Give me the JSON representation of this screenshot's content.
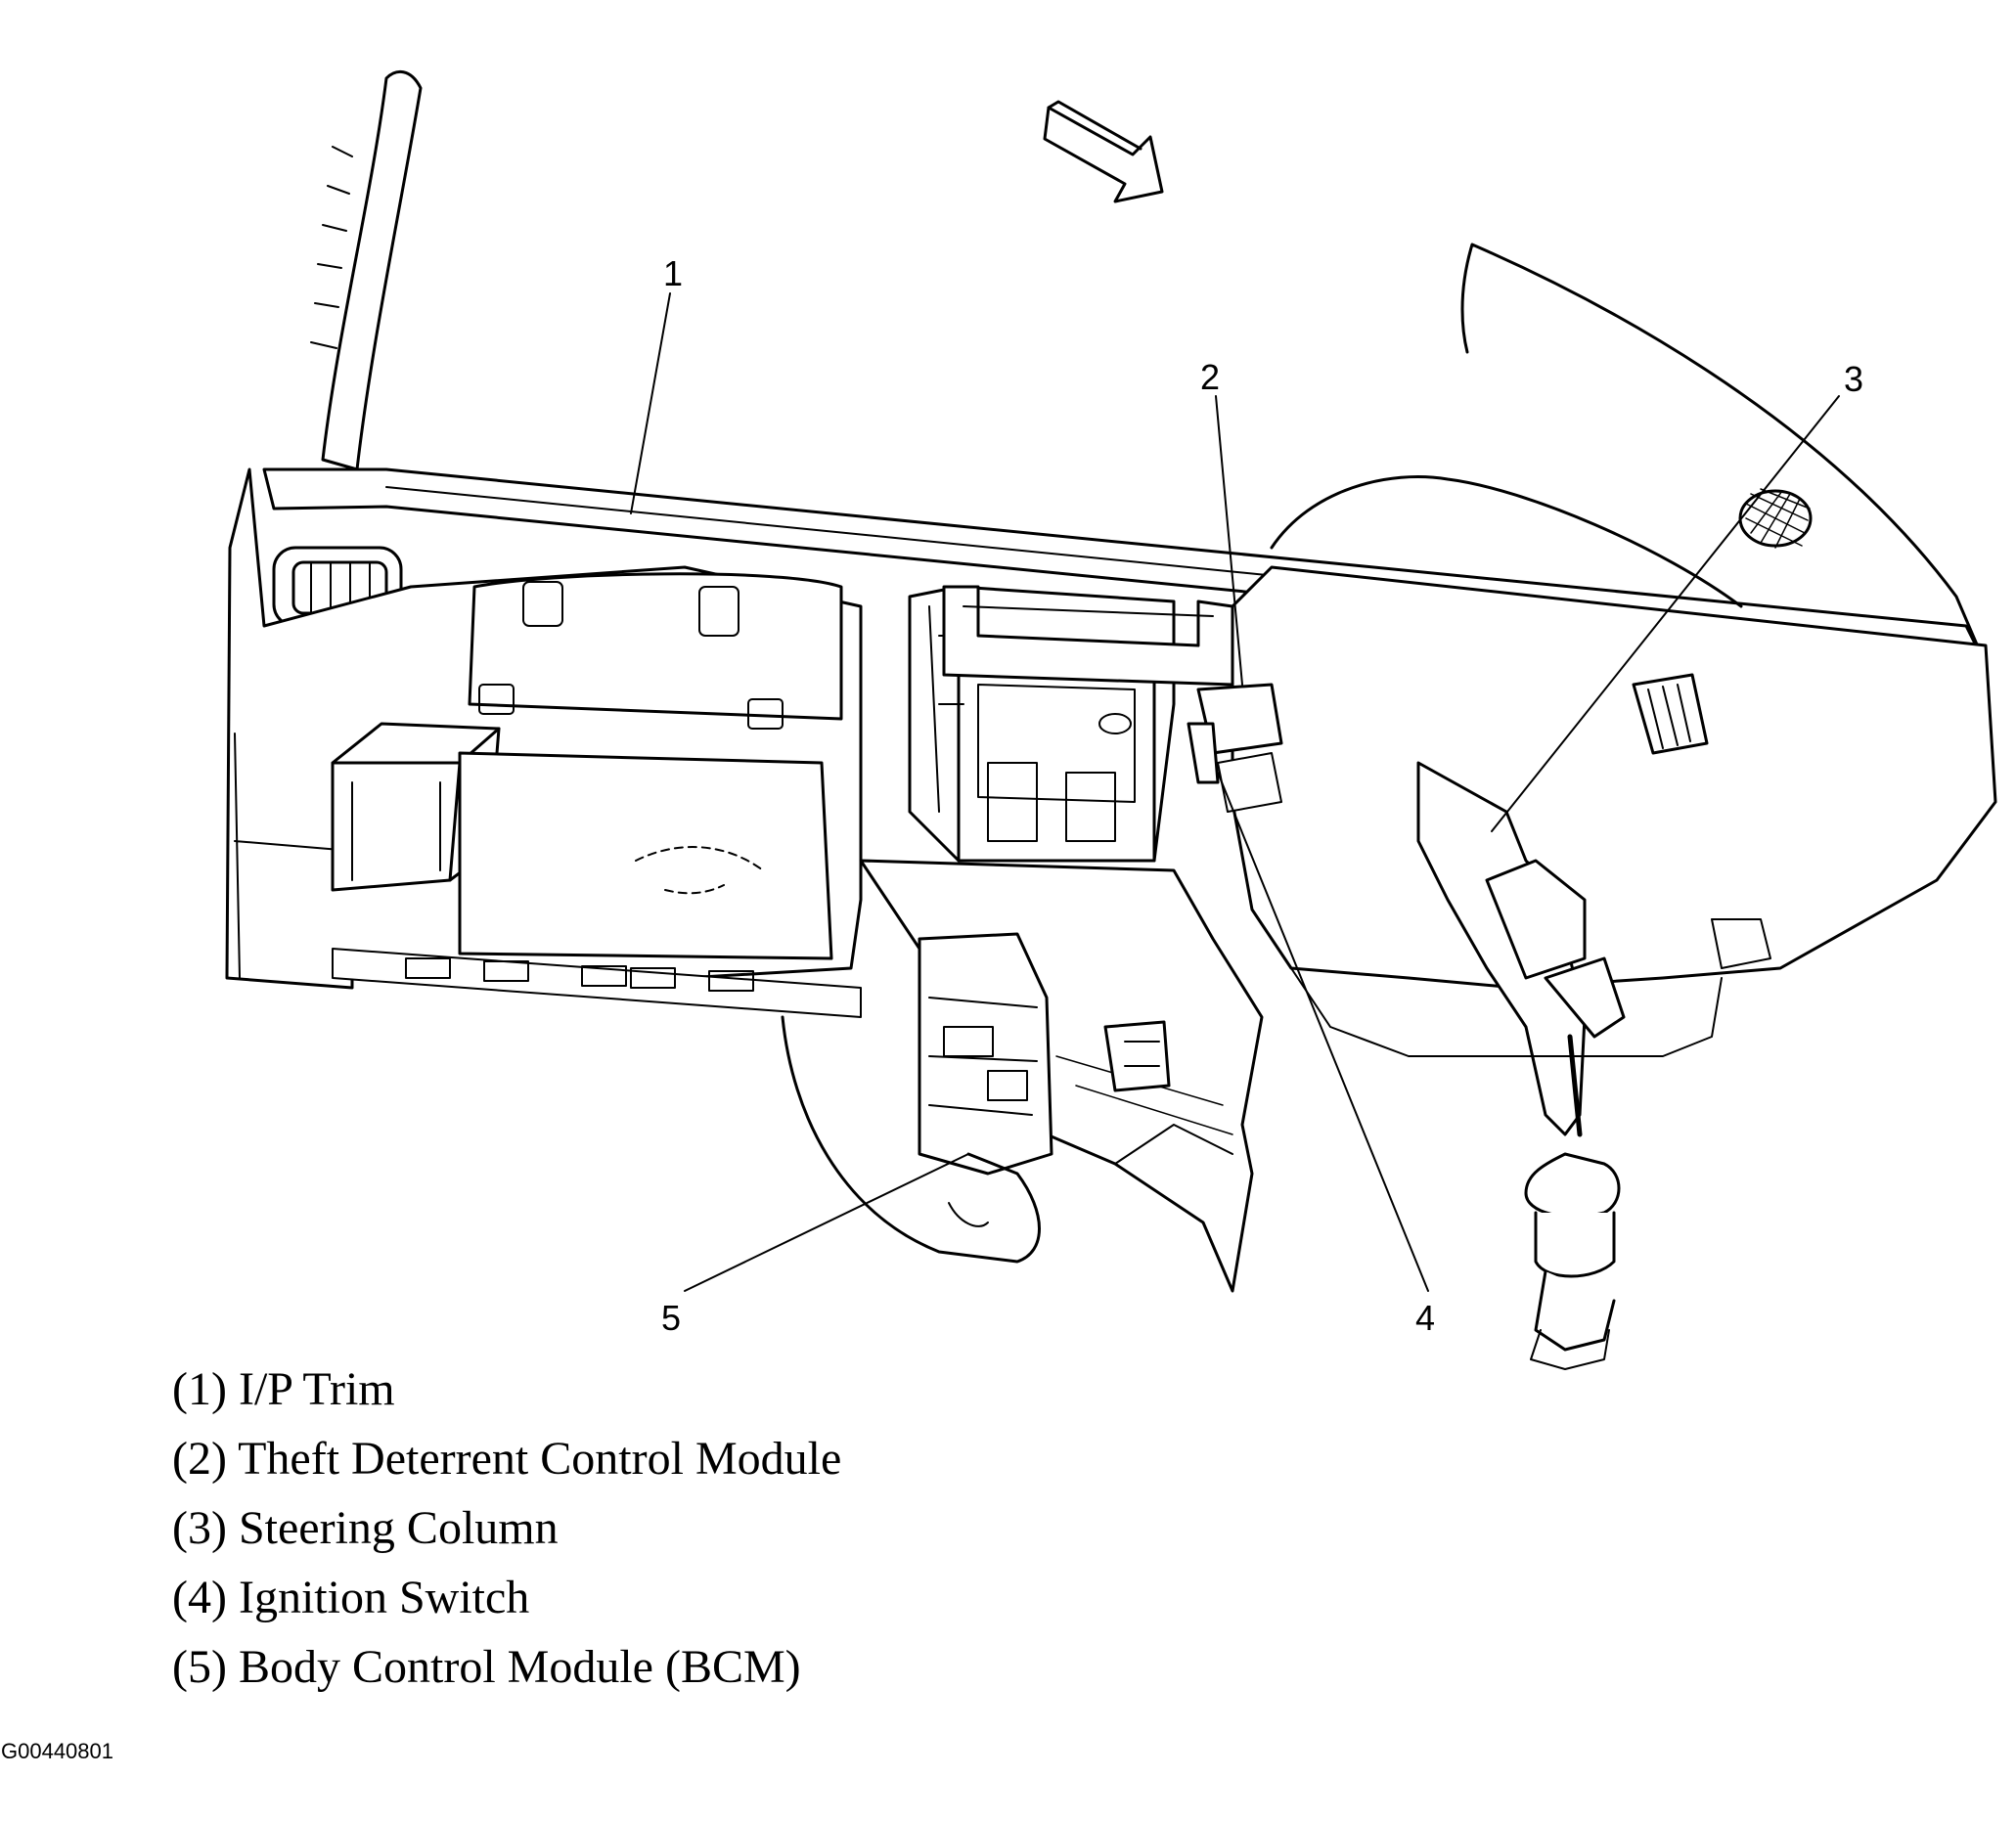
{
  "callouts": [
    {
      "number": "1"
    },
    {
      "number": "2"
    },
    {
      "number": "3"
    },
    {
      "number": "4"
    },
    {
      "number": "5"
    }
  ],
  "legend": [
    {
      "text": "(1) I/P Trim"
    },
    {
      "text": "(2) Theft Deterrent Control Module"
    },
    {
      "text": "(3) Steering Column"
    },
    {
      "text": "(4) Ignition Switch"
    },
    {
      "text": "(5) Body Control Module (BCM)"
    }
  ],
  "figure_id": "G00440801",
  "colors": {
    "ink": "#000000",
    "paper": "#ffffff"
  }
}
